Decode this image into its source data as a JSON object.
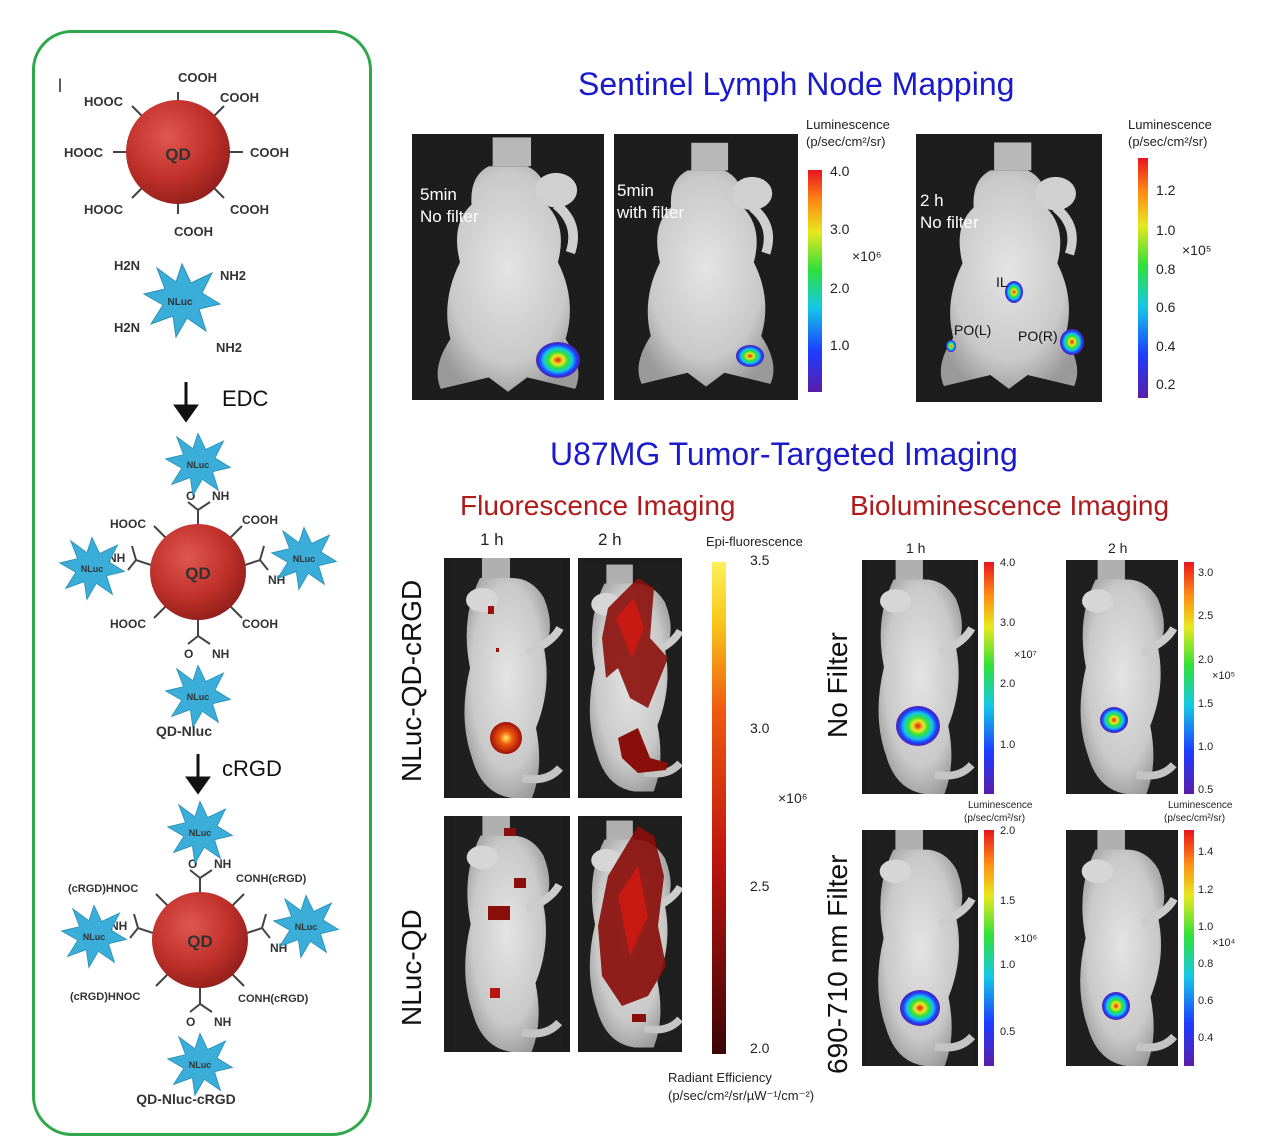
{
  "left_panel": {
    "corner_mark": "l",
    "qd_label": "QD",
    "cooh": "COOH",
    "hooc": "HOOC",
    "amine_nh2": "NH2",
    "amine_h2n": "H2N",
    "nluc_label": "NLuc",
    "step1": "EDC",
    "step2": "cRGD",
    "nh": "NH",
    "o": "O",
    "conh_crgd": "CONH(cRGD)",
    "crgd_hnoc": "(cRGD)HNOC",
    "product1": "QD-Nluc",
    "product2": "QD-Nluc-cRGD"
  },
  "sentinel": {
    "title": "Sentinel Lymph Node Mapping",
    "img1_label": "5min\nNo filter",
    "img2_label": "5min\nwith filter",
    "img3_label": "2 h\nNo filter",
    "node_il": "IL",
    "node_pol": "PO(L)",
    "node_por": "PO(R)",
    "scale1_title": "Luminescence\n(p/sec/cm²/sr)",
    "scale1_ticks": [
      "4.0",
      "3.0",
      "2.0",
      "1.0"
    ],
    "scale1_mult": "×10⁶",
    "scale2_title": "Luminescence\n(p/sec/cm²/sr)",
    "scale2_ticks": [
      "1.2",
      "1.0",
      "0.8",
      "0.6",
      "0.4",
      "0.2"
    ],
    "scale2_mult": "×10⁵"
  },
  "tumor": {
    "title": "U87MG Tumor-Targeted Imaging",
    "fluor_title": "Fluorescence Imaging",
    "biolum_title": "Bioluminescence Imaging",
    "time_1h": "1 h",
    "time_2h": "2 h",
    "row1_label": "NLuc-QD-cRGD",
    "row2_label": "NLuc-QD",
    "epi_title": "Epi-fluorescence",
    "epi_ticks": [
      "3.5",
      "3.0",
      "2.5",
      "2.0"
    ],
    "epi_mult": "×10⁶",
    "radiant_title": "Radiant Efficiency",
    "radiant_units": "(p/sec/cm²/sr/µW⁻¹/cm⁻²)",
    "nofilter_label": "No Filter",
    "filter_label": "690-710 nm Filter",
    "bl1_ticks": [
      "4.0",
      "3.0",
      "2.0",
      "1.0"
    ],
    "bl1_mult": "×10⁷",
    "bl2_ticks": [
      "3.0",
      "2.5",
      "2.0",
      "1.5",
      "1.0",
      "0.5"
    ],
    "bl2_mult": "×10⁵",
    "bl3_ticks": [
      "2.0",
      "1.5",
      "1.0",
      "0.5"
    ],
    "bl3_mult": "×10⁶",
    "bl4_ticks": [
      "1.4",
      "1.2",
      "1.0",
      "0.8",
      "0.6",
      "0.4"
    ],
    "bl4_mult": "×10⁴",
    "lum_title": "Luminescence",
    "lum_units": "(p/sec/cm²/sr)"
  },
  "colors": {
    "panel_border": "#2ea84a",
    "heading_blue": "#1a1acb",
    "heading_red": "#b01a1a",
    "qd_red": "#c0302a",
    "nluc_blue": "#3aaed8"
  }
}
